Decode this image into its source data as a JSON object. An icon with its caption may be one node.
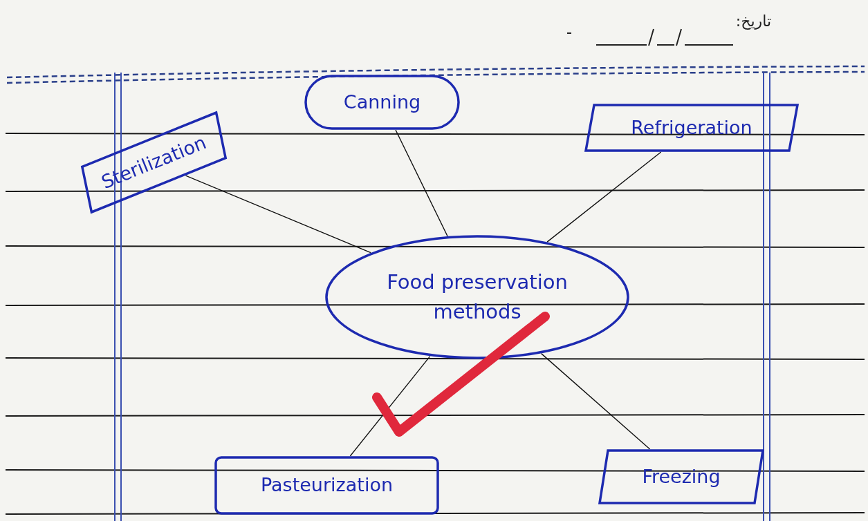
{
  "diagram": {
    "nodes": [
      {
        "text": [
          "Food preservation methods"
        ]
      },
      {
        "text": [
          "Sterilization"
        ]
      },
      {
        "text": [
          "Canning"
        ]
      },
      {
        "text": [
          "Refrigeration"
        ]
      },
      {
        "text": [
          "Pasteurization"
        ]
      },
      {
        "text": [
          "Freezing"
        ]
      }
    ],
    "edges": [
      {
        "from": 0,
        "to": 1,
        "arrow": "none"
      },
      {
        "from": 0,
        "to": 2,
        "arrow": "none"
      },
      {
        "from": 0,
        "to": 3,
        "arrow": "none"
      },
      {
        "from": 0,
        "to": 4,
        "arrow": "none"
      },
      {
        "from": 0,
        "to": 5,
        "arrow": "none"
      }
    ],
    "labels": [
      "تاریخ:"
    ]
  }
}
